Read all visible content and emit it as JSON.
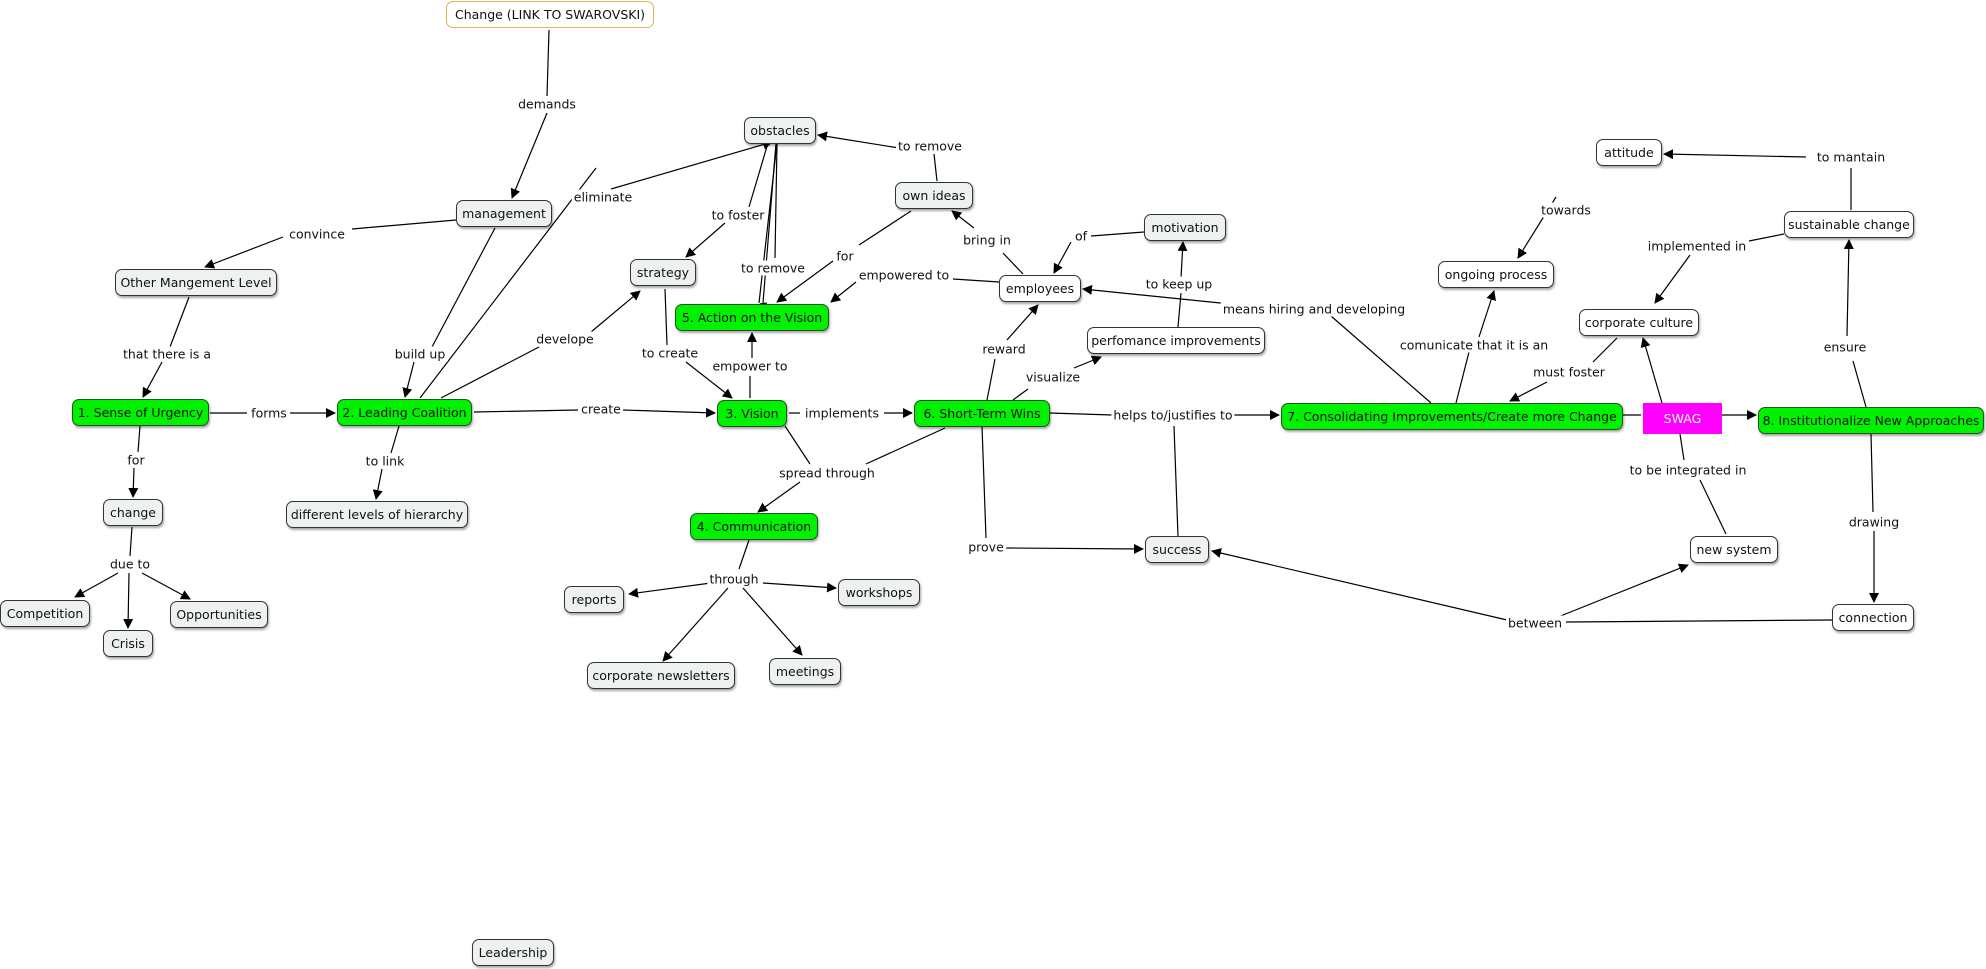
{
  "concepts": {
    "change_link": "Change (LINK TO SWAROVSKI)",
    "management": "management",
    "other_mgmt": "Other Mangement Level",
    "urgency": "1. Sense of Urgency",
    "coalition": "2. Leading Coalition",
    "vision": "3. Vision",
    "communication": "4. Communication",
    "action": "5. Action on the Vision",
    "wins": "6. Short-Term Wins",
    "consolidating": "7. Consolidating Improvements/Create more Change",
    "institutionalize": "8. Institutionalize New Approaches",
    "swag": "SWAG",
    "change": "change",
    "competition": "Competition",
    "crisis": "Crisis",
    "opportunities": "Opportunities",
    "hierarchy": "different levels of hierarchy",
    "obstacles": "obstacles",
    "strategy": "strategy",
    "own_ideas": "own ideas",
    "employees": "employees",
    "motivation": "motivation",
    "performance": "perfomance improvements",
    "reports": "reports",
    "workshops": "workshops",
    "newsletters": "corporate newsletters",
    "meetings": "meetings",
    "success": "success",
    "attitude": "attitude",
    "ongoing": "ongoing process",
    "sustainable": "sustainable change",
    "culture": "corporate culture",
    "new_system": "new system",
    "connection": "connection",
    "leadership": "Leadership"
  },
  "links": {
    "demands": "demands",
    "convince": "convince",
    "that_there_is_a": "that there is a",
    "forms": "forms",
    "for_1": "for",
    "due_to": "due to",
    "build_up": "build up",
    "eliminate": "eliminate",
    "to_link": "to link",
    "develope": "develope",
    "create": "create",
    "to_foster": "to foster",
    "to_remove_1": "to remove",
    "to_remove_2": "to remove",
    "for_2": "for",
    "bring_in": "bring in",
    "of": "of",
    "empowered_to": "empowered to",
    "to_create": "to create",
    "empower_to": "empower to",
    "implements": "implements",
    "reward": "reward",
    "to_keep_up": "to keep up",
    "visualize": "visualize",
    "spread_through": "spread through",
    "through": "through",
    "helps_to": "helps to/justifies to",
    "prove": "prove",
    "means_hiring": "means hiring and developing",
    "comunicate": "comunicate that it is an",
    "towards": "towards",
    "must_foster": "must foster",
    "implemented_in": "implemented in",
    "to_mantain": "to mantain",
    "ensure": "ensure",
    "to_be_integrated": "to be integrated in",
    "drawing": "drawing",
    "between": "between"
  },
  "colors": {
    "stage_green": "#00f200",
    "swag_magenta": "#ff00ff",
    "concept_fill": "#eef1f2",
    "title_border": "#e0b35a"
  }
}
